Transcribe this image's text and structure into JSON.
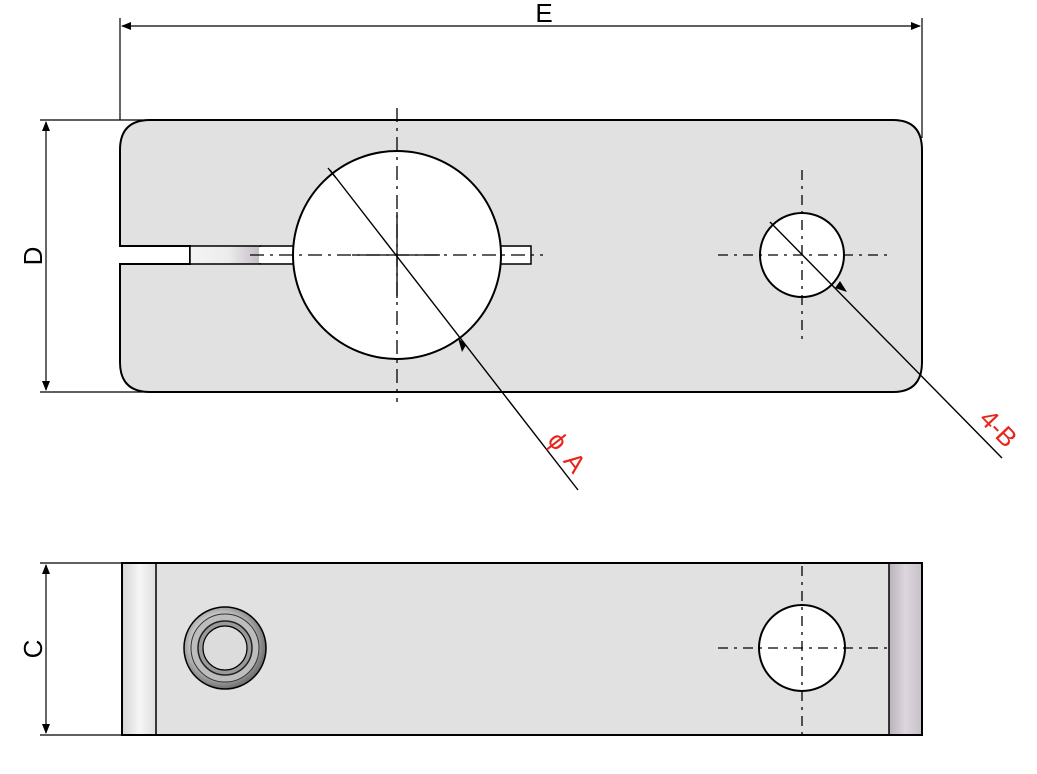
{
  "dimensions": {
    "width_label": "E",
    "height_label": "D",
    "thickness_label": "C",
    "bore_label": "A",
    "bore_prefix": "ϕ",
    "hole_label": "4-B"
  },
  "colors": {
    "part_fill": "#e1e1e1",
    "outline": "#000000",
    "callout_red": "#e8251c",
    "shade_dark": "#c8c0c8"
  }
}
